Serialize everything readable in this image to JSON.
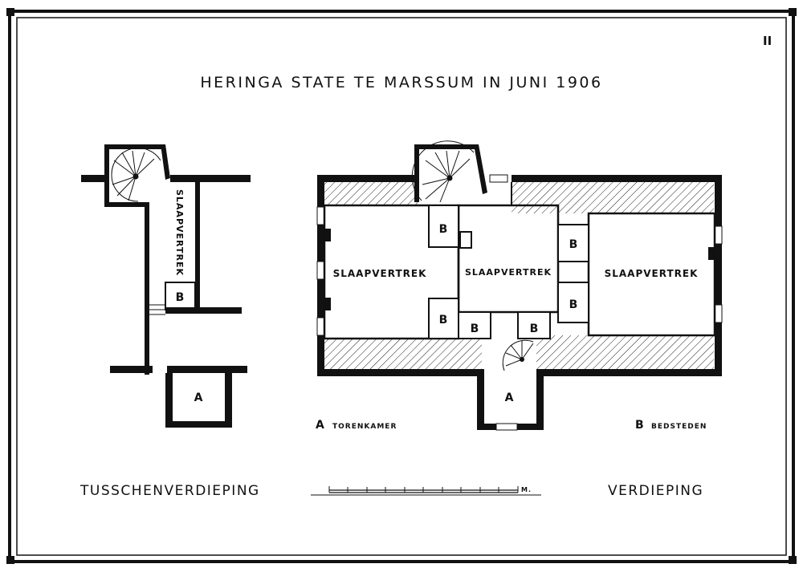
{
  "page_number": "II",
  "title": "HERINGA STATE TE MARSSUM IN JUNI 1906",
  "rooms": {
    "bedroom": "SLAAPVERTREK",
    "bed_alcove": "B",
    "tower_room": "A"
  },
  "legend": {
    "a_key": "A",
    "a_label": "TORENKAMER",
    "b_key": "B",
    "b_label": "BEDSTEDEN"
  },
  "floors": {
    "left": "TUSSCHENVERDIEPING",
    "right": "VERDIEPING"
  },
  "scale": {
    "unit": "M."
  }
}
